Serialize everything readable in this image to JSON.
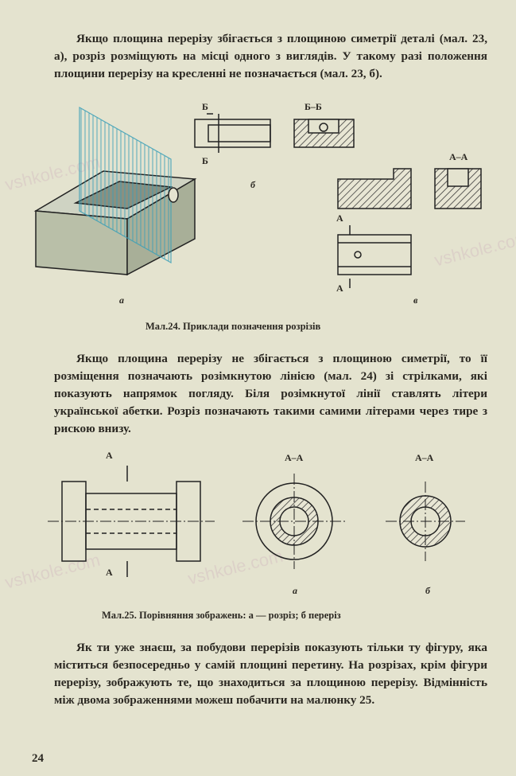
{
  "paragraphs": [
    "Якщо площина перерізу збігається з площиною симетрії деталі (мал. 23, а), розріз розміщують на місці одного з виглядів. У такому разі положення площини перерізу на кресленні не позначається (мал. 23, б).",
    "Якщо площина перерізу не збігається з площиною симетрії, то її розміщення позначають розімкнутою лінією (мал. 24) зі стрілками, які показують напрямок погляду. Біля розімкнутої лінії ставлять літери української абетки. Розріз позначають такими самими літерами через тире з рискою внизу.",
    "Як ти уже знаєш, за побудови перерізів показують тільки ту фігуру, яка міститься безпосередньо у самій площині перетину. На розрізах, крім фігури перерізу, зображують те, що знаходиться за площиною перерізу. Відмінність між двома зображеннями можеш побачити на малюнку 25."
  ],
  "figure24": {
    "caption": "Мал.24. Приклади позначення розрізів",
    "labels": {
      "a": "а",
      "b": "б",
      "v": "в",
      "B": "Б",
      "B_B": "Б–Б",
      "A": "А",
      "A_A": "А–А"
    }
  },
  "figure25": {
    "caption": "Мал.25. Порівняння зображень: а — розріз; б переріз",
    "labels": {
      "a": "а",
      "b": "б",
      "A": "А",
      "A_A": "А–А"
    }
  },
  "watermark": "vshkole.com",
  "page_number": "24"
}
